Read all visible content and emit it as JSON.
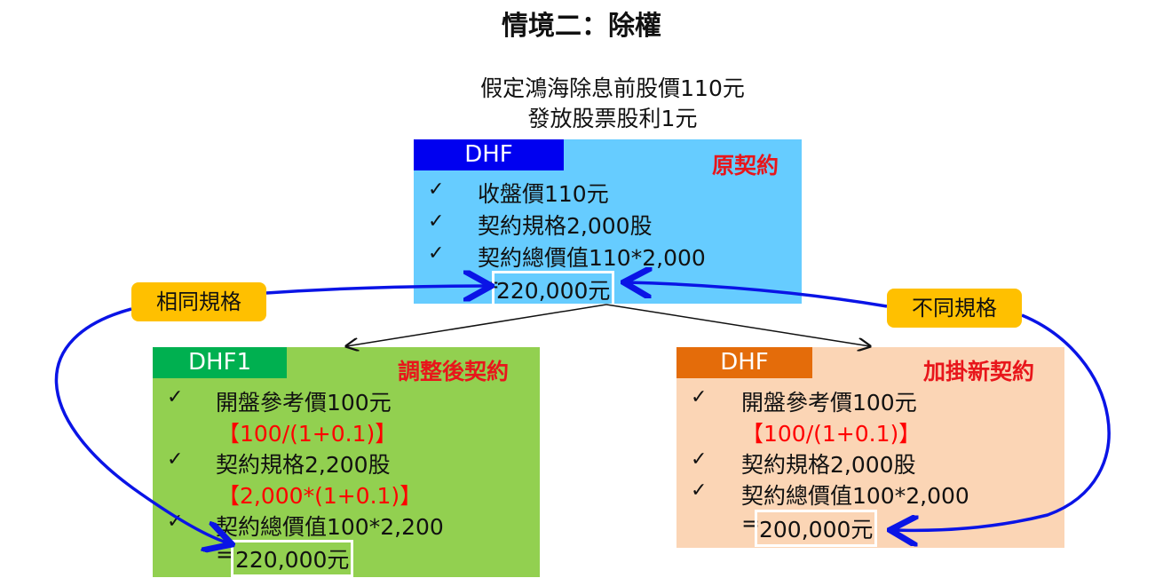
{
  "title": "情境二：除權",
  "premise": [
    "假定鴻海除息前股價110元",
    "發放股票股利1元"
  ],
  "original": {
    "code": "DHF",
    "tag": "原契約",
    "lines": [
      "收盤價110元",
      "契約規格2,000股",
      "契約總價值110*2,000"
    ],
    "eq": "=",
    "value": "220,000元"
  },
  "adjusted": {
    "code": "DHF1",
    "tag": "調整後契約",
    "lines": [
      "開盤參考價100元",
      "【100/(1+0.1)】",
      "契約規格2,200股",
      "【2,000*(1+0.1)】",
      "契約總價值100*2,200"
    ],
    "eq": "=",
    "value": "220,000元"
  },
  "new": {
    "code": "DHF",
    "tag": "加掛新契約",
    "lines": [
      "開盤參考價100元",
      "【100/(1+0.1)】",
      "契約規格2,000股",
      "契約總價值100*2,000"
    ],
    "eq": "=",
    "value": "200,000元"
  },
  "labels": {
    "same": "相同規格",
    "diff": "不同規格"
  },
  "check": "✓",
  "colors": {
    "blue_box": "#66ccff",
    "green_box": "#92d050",
    "peach_box": "#fbd5b5",
    "arrow": "#0a14e6"
  }
}
